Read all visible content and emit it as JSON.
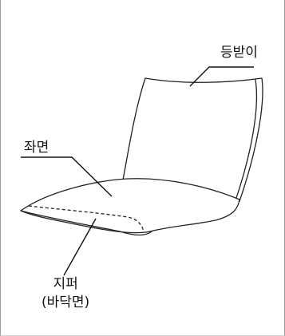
{
  "labels": {
    "backrest": "등받이",
    "seat": "좌면",
    "zipper_line1": "지퍼",
    "zipper_line2": "(바닥면)"
  }
}
